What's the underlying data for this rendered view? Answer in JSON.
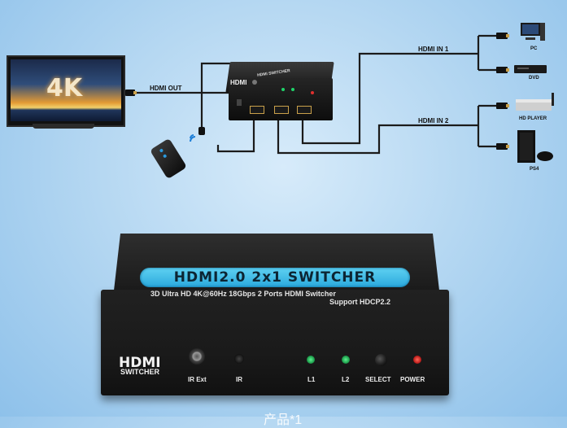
{
  "tv": {
    "logo": "4K",
    "badge": ""
  },
  "diagram": {
    "hdmi_out": "HDMI OUT",
    "hdmi_in_1": "HDMI IN 1",
    "hdmi_in_2": "HDMI IN 2",
    "devices": [
      {
        "label": "PC",
        "icon": "pc-icon"
      },
      {
        "label": "DVD",
        "icon": "dvd-icon"
      },
      {
        "label": "HD PLAYER",
        "icon": "hd-player-icon"
      },
      {
        "label": "PS4",
        "icon": "ps4-icon"
      }
    ],
    "small_switcher": {
      "top_label": "HDMI SWITCHER",
      "front_label": "HDMI"
    }
  },
  "product": {
    "title": "HDMI2.0 2x1 SWITCHER",
    "subtitle_line1": "3D Ultra HD 4K@60Hz 18Gbps 2 Ports HDMI Switcher",
    "subtitle_line2": "Support HDCP2.2",
    "brand_line1": "HDMI",
    "brand_line2": "SWITCHER",
    "labels": {
      "ir_ext": "IR Ext",
      "ir": "IR",
      "l1": "L1",
      "l2": "L2",
      "select": "SELECT",
      "power": "POWER"
    }
  },
  "caption": "产品*1",
  "colors": {
    "accent_cyan": "#3bbfe8",
    "led_green": "#1fd36a",
    "led_red": "#e0302e",
    "gold": "#c9a04a"
  }
}
